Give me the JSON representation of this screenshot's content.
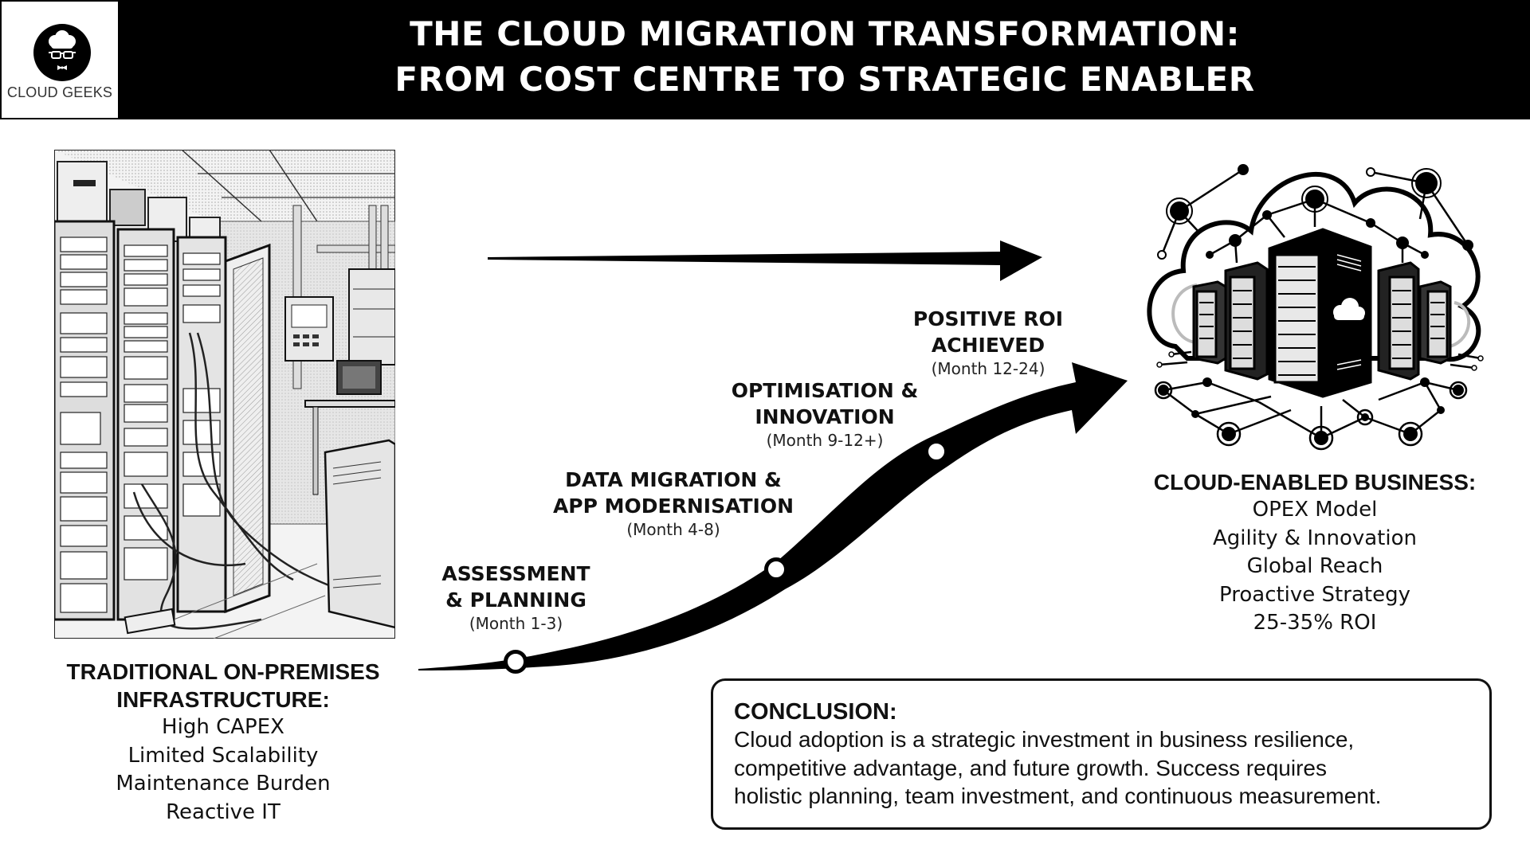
{
  "header": {
    "logo_text": "CLOUD GEEKS",
    "title_line1": "THE CLOUD MIGRATION TRANSFORMATION:",
    "title_line2": "FROM COST CENTRE TO STRATEGIC ENABLER"
  },
  "left_panel": {
    "illustration": "on-premises-server-room",
    "title_line1": "TRADITIONAL ON-PREMISES",
    "title_line2": "INFRASTRUCTURE:",
    "items": [
      "High CAPEX",
      "Limited Scalability",
      "Maintenance Burden",
      "Reactive IT"
    ]
  },
  "right_panel": {
    "illustration": "cloud-network-servers",
    "title": "CLOUD-ENABLED BUSINESS:",
    "items": [
      "OPEX Model",
      "Agility & Innovation",
      "Global Reach",
      "Proactive Strategy",
      "25-35% ROI"
    ]
  },
  "journey": {
    "stages": [
      {
        "title_line1": "ASSESSMENT",
        "title_line2": "& PLANNING",
        "period": "(Month 1-3)"
      },
      {
        "title_line1": "DATA MIGRATION &",
        "title_line2": "APP MODERNISATION",
        "period": "(Month 4-8)"
      },
      {
        "title_line1": "OPTIMISATION &",
        "title_line2": "INNOVATION",
        "period": "(Month 9-12+)"
      },
      {
        "title_line1": "POSITIVE ROI",
        "title_line2": "ACHIEVED",
        "period": "(Month 12-24)"
      }
    ]
  },
  "conclusion": {
    "title": "CONCLUSION:",
    "body_line1": "Cloud adoption is a strategic investment in business resilience,",
    "body_line2": "competitive advantage, and future growth. Success requires",
    "body_line3": "holistic planning, team investment, and continuous measurement."
  },
  "colors": {
    "header_bg": "#000000",
    "header_text": "#ffffff",
    "page_bg": "#ffffff",
    "ink": "#111111"
  }
}
